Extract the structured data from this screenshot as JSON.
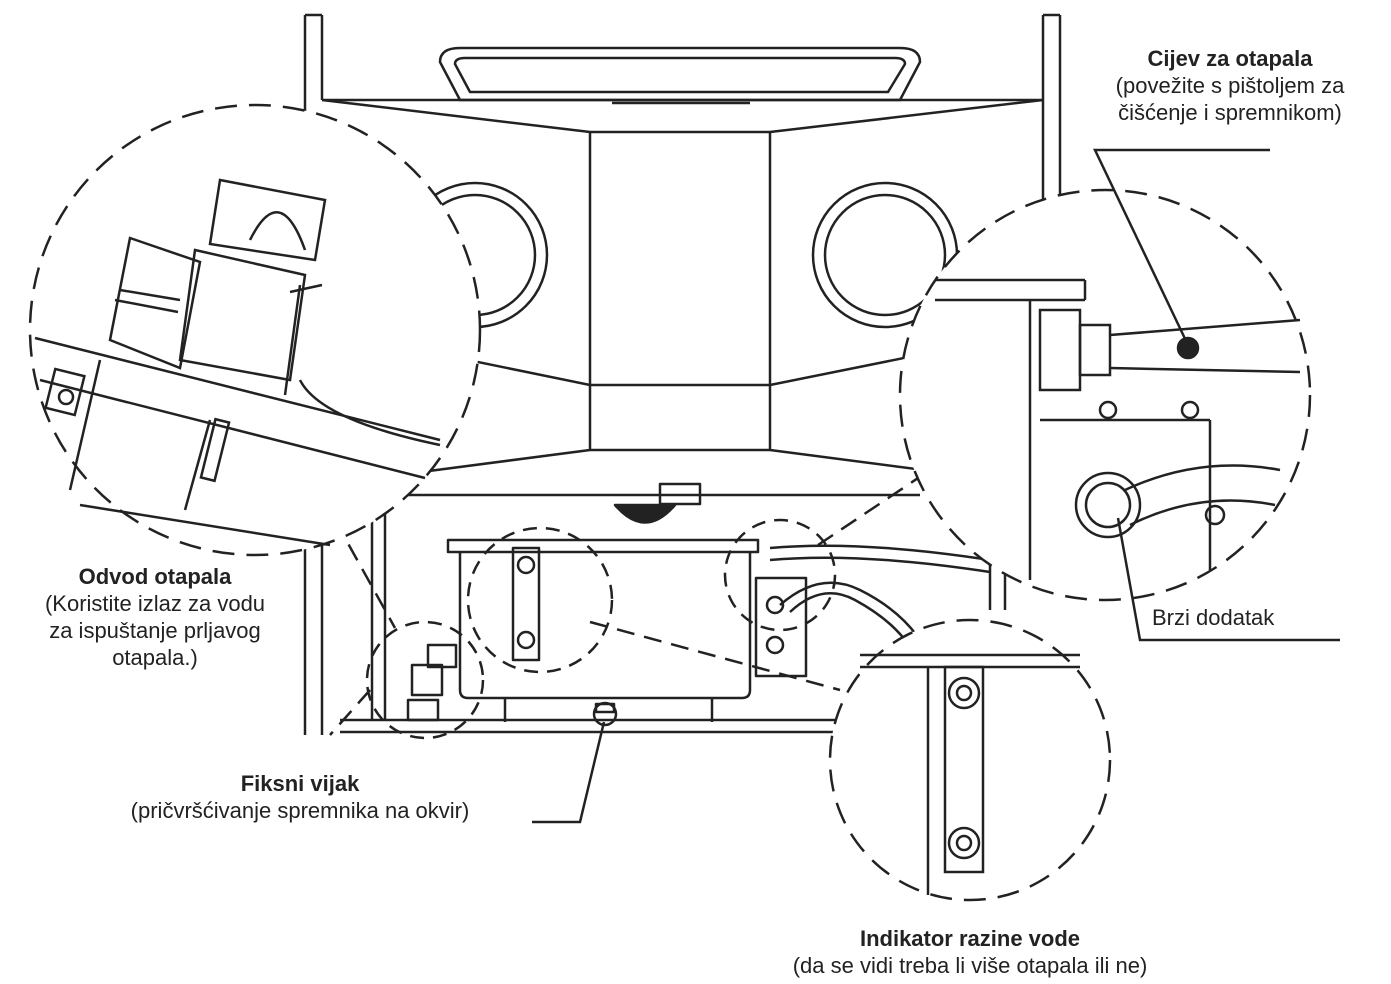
{
  "colors": {
    "line": "#222222",
    "background": "#ffffff"
  },
  "callouts": {
    "solvent_hose": {
      "title": "Cijev za otapala",
      "desc_line1": "(povežite s pištoljem za",
      "desc_line2": "čišćenje i spremnikom)"
    },
    "solvent_drain": {
      "title": "Odvod otapala",
      "desc_line1": "(Koristite izlaz za vodu",
      "desc_line2": "za ispuštanje prljavog",
      "desc_line3": "otapala.)"
    },
    "fixing_screw": {
      "title": "Fiksni vijak",
      "desc": "(pričvršćivanje spremnika na okvir)"
    },
    "quick_connector": {
      "label": "Brzi dodatak"
    },
    "water_level_indicator": {
      "title": "Indikator razine vode",
      "desc": "(da se vidi treba li više otapala ili ne)"
    }
  }
}
